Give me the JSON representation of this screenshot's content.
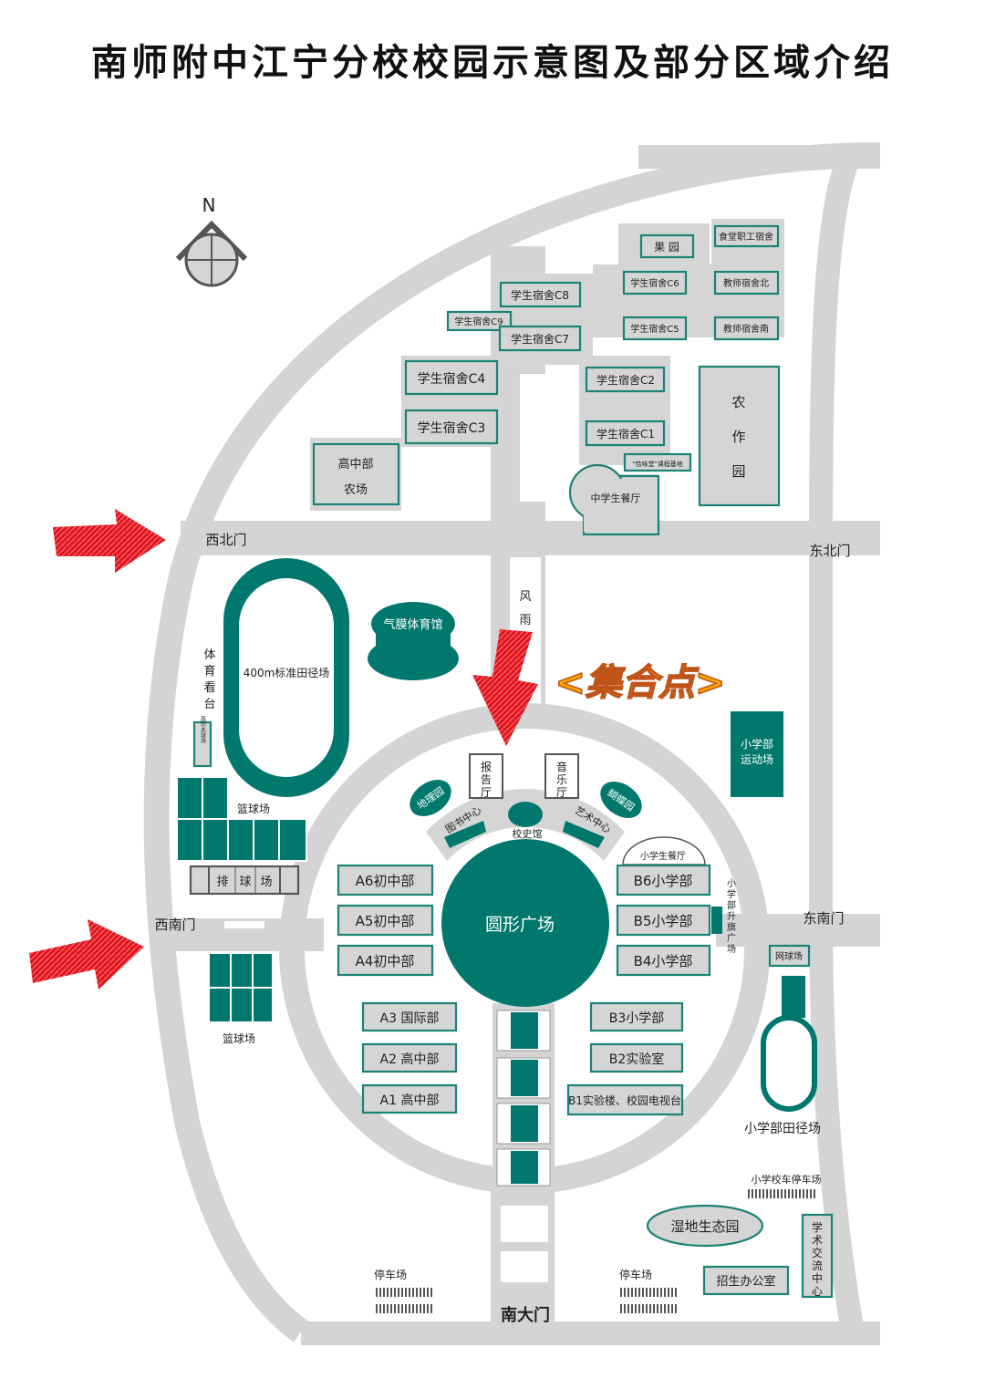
{
  "title": "南师附中江宁分校校园示意图及部分区域介绍",
  "colors": {
    "road": "#d4d4d4",
    "building": "#d5d5d5",
    "border": "#1a8277",
    "teal": "#00786e",
    "arrow": "#e3141d",
    "assembly": "#f2a600"
  },
  "compass": {
    "north": "N"
  },
  "gates": {
    "northwest": "西北门",
    "northeast": "东北门",
    "southwest": "西南门",
    "southeast": "东南门",
    "south": "南大门"
  },
  "assembly_point": "<集合点>",
  "north_zone": {
    "orchard": "果 园",
    "canteen_staff_dorm": "食堂职工宿舍",
    "dorm_c8": "学生宿舍C8",
    "dorm_c9": "学生宿舍C9",
    "dorm_c7": "学生宿舍C7",
    "dorm_c6": "学生宿舍C6",
    "teacher_dorm_north": "教师宿舍北",
    "dorm_c5": "学生宿舍C5",
    "teacher_dorm_south": "教师宿舍南",
    "dorm_c4": "学生宿舍C4",
    "dorm_c3": "学生宿舍C3",
    "dorm_c2": "学生宿舍C2",
    "dorm_c1": "学生宿舍C1",
    "farm_chars": [
      "农",
      "作",
      "园"
    ],
    "hs_farm_line1": "高中部",
    "hs_farm_line2": "农场",
    "course_base": "\"恰味堂\"课程基地",
    "ms_canteen": "中学生餐厅"
  },
  "fengyu": [
    "风",
    "雨"
  ],
  "sports": {
    "track": "400m标准田径场",
    "gym": "气膜体育馆",
    "stand_chars": [
      "体",
      "育",
      "看",
      "台"
    ],
    "golf": "高尔夫球场",
    "basketball_top": "篮球场",
    "volleyball_chars": [
      "排",
      "球",
      "场"
    ],
    "basketball_bottom": "篮球场",
    "primary_sports_line1": "小学部",
    "primary_sports_line2": "运动场",
    "tennis": "网球场",
    "primary_track": "小学部田径场",
    "flag_square_chars": [
      "小",
      "学",
      "部",
      "升",
      "旗",
      "广",
      "场"
    ]
  },
  "circle": {
    "plaza": "圆形广场",
    "report_hall": [
      "报",
      "告",
      "厅"
    ],
    "music_hall": [
      "音",
      "乐",
      "厅"
    ],
    "geo_garden": "地理园",
    "butterfly_garden": "蝴蝶园",
    "library": "图书中心",
    "history": "校史馆",
    "art_center": "艺术中心",
    "ps_canteen": "小学生餐厅",
    "a6": "A6初中部",
    "a5": "A5初中部",
    "a4": "A4初中部",
    "a3": "A3 国际部",
    "a2": "A2 高中部",
    "a1": "A1 高中部",
    "b6": "B6小学部",
    "b5": "B5小学部",
    "b4": "B4小学部",
    "b3": "B3小学部",
    "b2": "B2实验室",
    "b1": "B1实验楼、校园电视台"
  },
  "south_zone": {
    "bus_parking": "小学校车停车场",
    "wetland": "湿地生态园",
    "academic_chars": [
      "学",
      "术",
      "交",
      "流",
      "中",
      "心"
    ],
    "admissions": "招生办公室",
    "parking_left": "停车场",
    "parking_right": "停车场"
  }
}
